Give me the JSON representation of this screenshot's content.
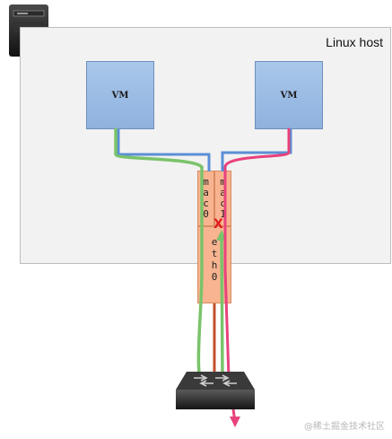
{
  "host": {
    "label": "Linux host"
  },
  "vms": [
    {
      "label": "VM"
    },
    {
      "label": "VM"
    }
  ],
  "interfaces": {
    "mac0": "mac0",
    "mac1": "mac1",
    "eth0": "eth0"
  },
  "blocked_marker": "X",
  "watermark": "@稀土掘金技术社区",
  "colors": {
    "green_path": "#7ac36a",
    "pink_path": "#e8427c",
    "blue_link": "#5b8fd6",
    "uplink": "#c0502b",
    "nic_fill": "#f8b490",
    "vm_fill": "#9dbde4"
  },
  "icons": {
    "server": "server-icon",
    "switch": "network-switch-icon"
  }
}
